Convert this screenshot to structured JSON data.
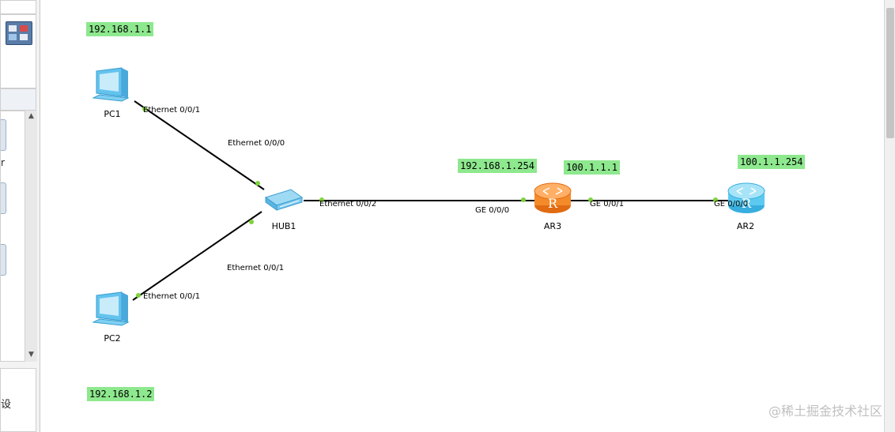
{
  "sidebar": {
    "partial_label_1": "r",
    "partial_label_2": "设"
  },
  "devices": {
    "pc1": {
      "name": "PC1",
      "ip": "192.168.1.1"
    },
    "pc2": {
      "name": "PC2",
      "ip": "192.168.1.2"
    },
    "hub1": {
      "name": "HUB1"
    },
    "ar3": {
      "name": "AR3",
      "ip_left": "192.168.1.254",
      "ip_right": "100.1.1.1"
    },
    "ar2": {
      "name": "AR2",
      "ip": "100.1.1.254"
    }
  },
  "ports": {
    "pc1_eth": "Ethernet 0/0/1",
    "hub_eth0": "Ethernet 0/0/0",
    "hub_eth1": "Ethernet 0/0/1",
    "pc2_eth": "Ethernet 0/0/1",
    "hub_eth2": "Ethernet 0/0/2",
    "ar3_ge0": "GE 0/0/0",
    "ar3_ge1": "GE 0/0/1",
    "ar2_ge0": "GE 0/0/0"
  },
  "router_glyph": "R",
  "colors": {
    "ip_label_bg": "#8ee88e",
    "port_dot": "#7dd33a",
    "ar3_router": "#f58a2a",
    "ar2_router": "#5ccaf0",
    "pc_monitor": "#63c3ee"
  },
  "watermark": "@稀土掘金技术社区"
}
